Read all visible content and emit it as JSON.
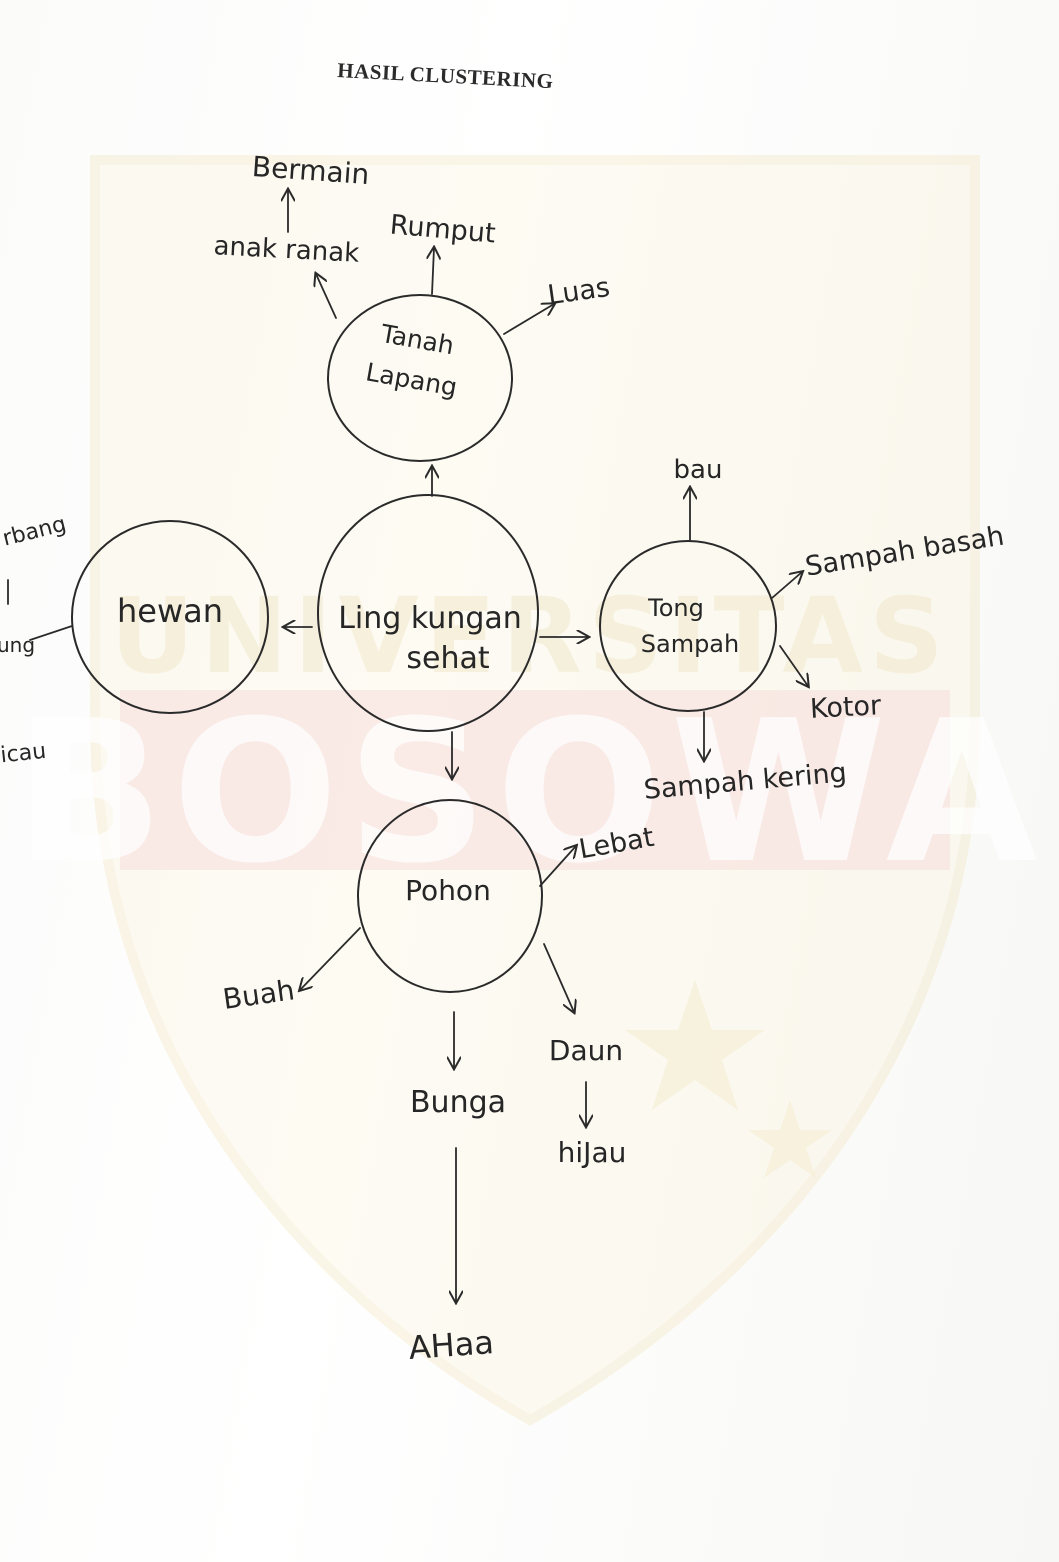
{
  "heading": "HASIL CLUSTERING",
  "watermark": {
    "line1": "UNIVERSITAS",
    "line2": "BOSOWA",
    "color_red": "#e8a0a0",
    "color_gold": "#f1e2b0"
  },
  "diagram": {
    "center": {
      "line1": "Ling kungan",
      "line2": "sehat"
    },
    "top": {
      "line1": "Tanah",
      "line2": "Lapang",
      "children": [
        "anak ranak",
        "Rumput",
        "Luas"
      ],
      "grandchild": "Bermain"
    },
    "left": {
      "label": "hewan",
      "children": [
        "rbang",
        "ung",
        "icau"
      ]
    },
    "right": {
      "line1": "Tong",
      "line2": "Sampah",
      "children": [
        "bau",
        "Sampah basah",
        "Kotor",
        "Sampah kering"
      ]
    },
    "bottom": {
      "label": "Pohon",
      "children": [
        "Lebat",
        "Buah",
        "Bunga",
        "Daun"
      ],
      "daun_child": "hiJau",
      "bunga_child": "AHaa"
    }
  },
  "ink_color": "#262626"
}
